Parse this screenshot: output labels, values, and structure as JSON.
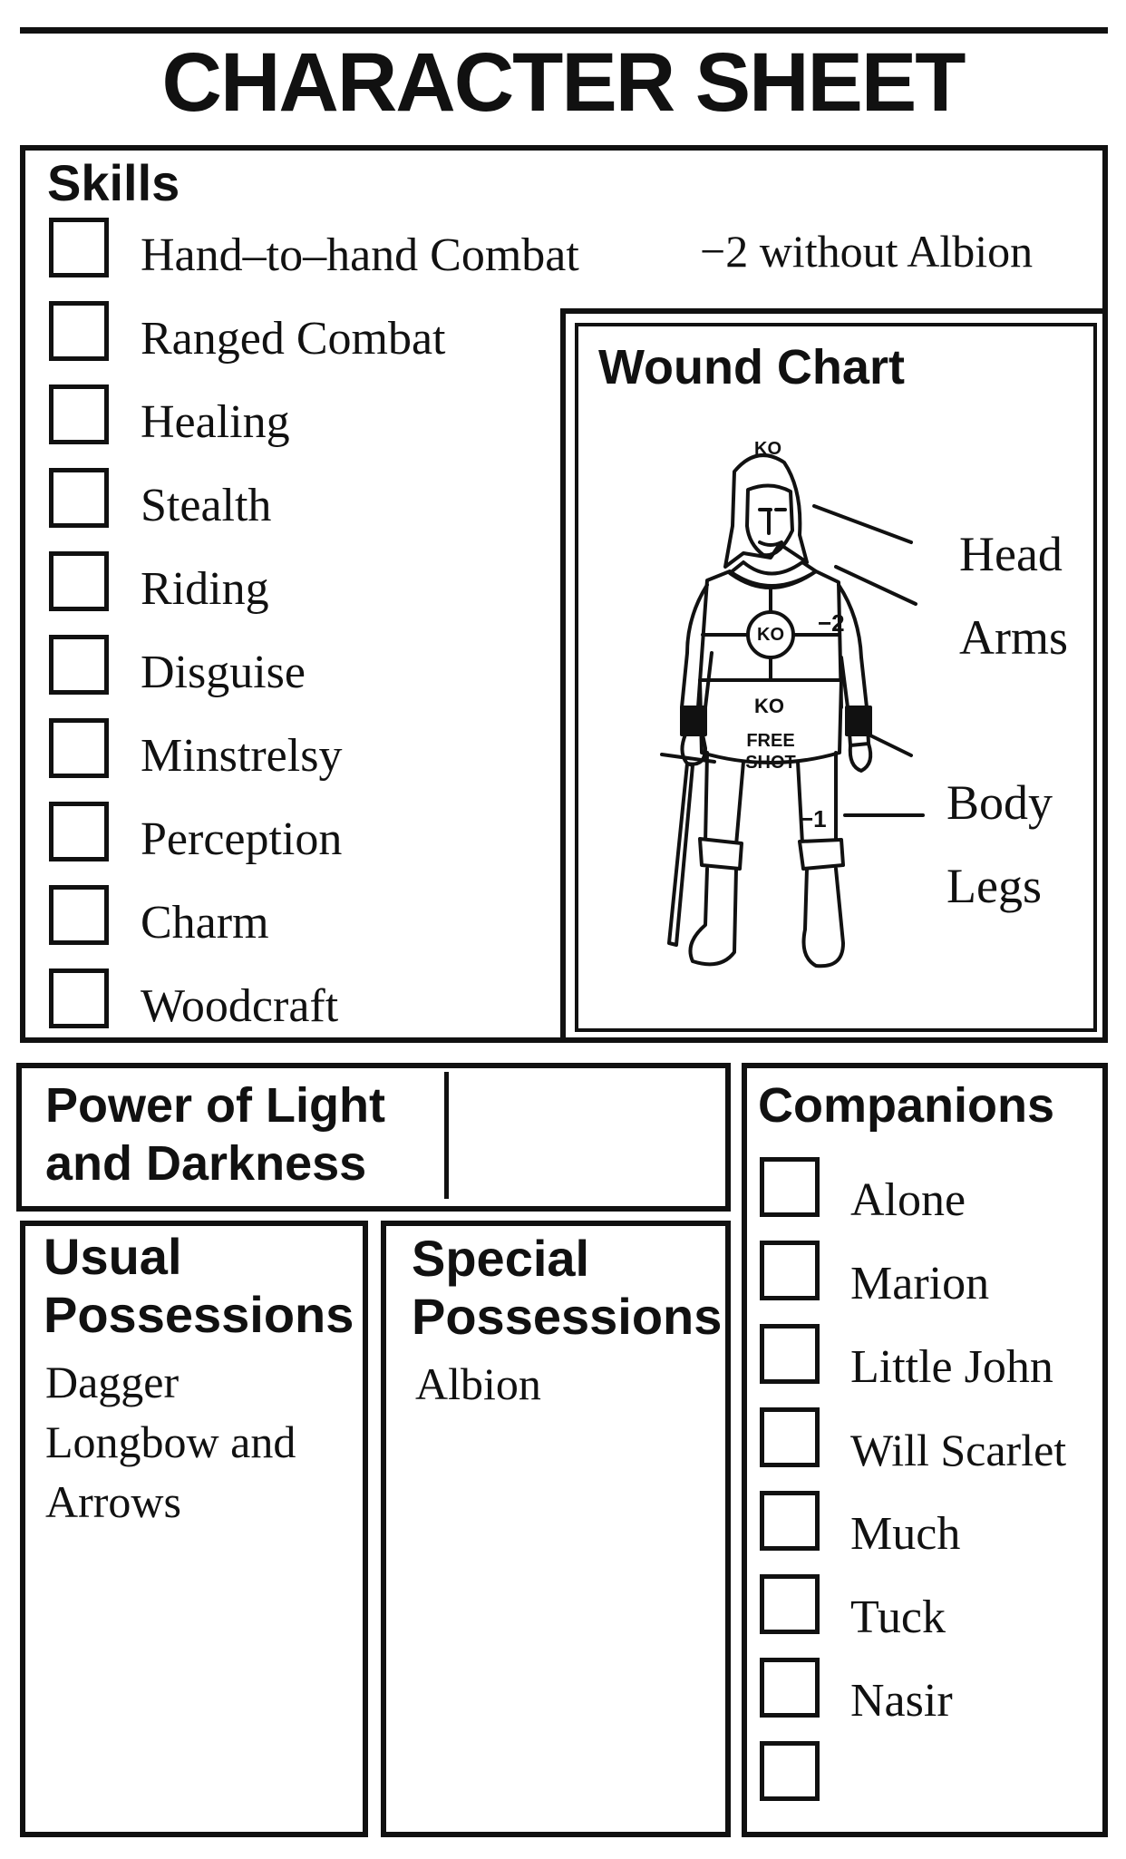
{
  "sheet": {
    "title": "CHARACTER SHEET"
  },
  "skills": {
    "heading": "Skills",
    "note": "−2 without Albion",
    "items": [
      {
        "label": "Hand–to–hand Combat",
        "checked": false
      },
      {
        "label": "Ranged Combat",
        "checked": false
      },
      {
        "label": "Healing",
        "checked": false
      },
      {
        "label": "Stealth",
        "checked": false
      },
      {
        "label": "Riding",
        "checked": false
      },
      {
        "label": "Disguise",
        "checked": false
      },
      {
        "label": "Minstrelsy",
        "checked": false
      },
      {
        "label": "Perception",
        "checked": false
      },
      {
        "label": "Charm",
        "checked": false
      },
      {
        "label": "Woodcraft",
        "checked": false
      }
    ]
  },
  "wound_chart": {
    "heading": "Wound Chart",
    "parts": {
      "head": "Head",
      "arms": "Arms",
      "body": "Body",
      "legs": "Legs"
    },
    "markers": {
      "head_ko": "KO",
      "chest_ko": "KO",
      "belly_ko": "KO",
      "free_shot_1": "FREE",
      "free_shot_2": "SHOT",
      "arms_mod": "−2",
      "legs_mod": "−1"
    }
  },
  "power": {
    "heading_line1": "Power of Light",
    "heading_line2": "and Darkness"
  },
  "usual_possessions": {
    "heading_line1": "Usual",
    "heading_line2": "Possessions",
    "items": [
      "Dagger",
      "Longbow and",
      "Arrows"
    ]
  },
  "special_possessions": {
    "heading_line1": "Special",
    "heading_line2": "Possessions",
    "items": [
      "Albion"
    ]
  },
  "companions": {
    "heading": "Companions",
    "items": [
      {
        "label": "Alone",
        "checked": false
      },
      {
        "label": "Marion",
        "checked": false
      },
      {
        "label": "Little John",
        "checked": false
      },
      {
        "label": "Will Scarlet",
        "checked": false
      },
      {
        "label": "Much",
        "checked": false
      },
      {
        "label": "Tuck",
        "checked": false
      },
      {
        "label": "Nasir",
        "checked": false
      },
      {
        "label": "",
        "checked": false
      }
    ]
  },
  "colors": {
    "ink": "#111111",
    "paper": "#ffffff"
  }
}
